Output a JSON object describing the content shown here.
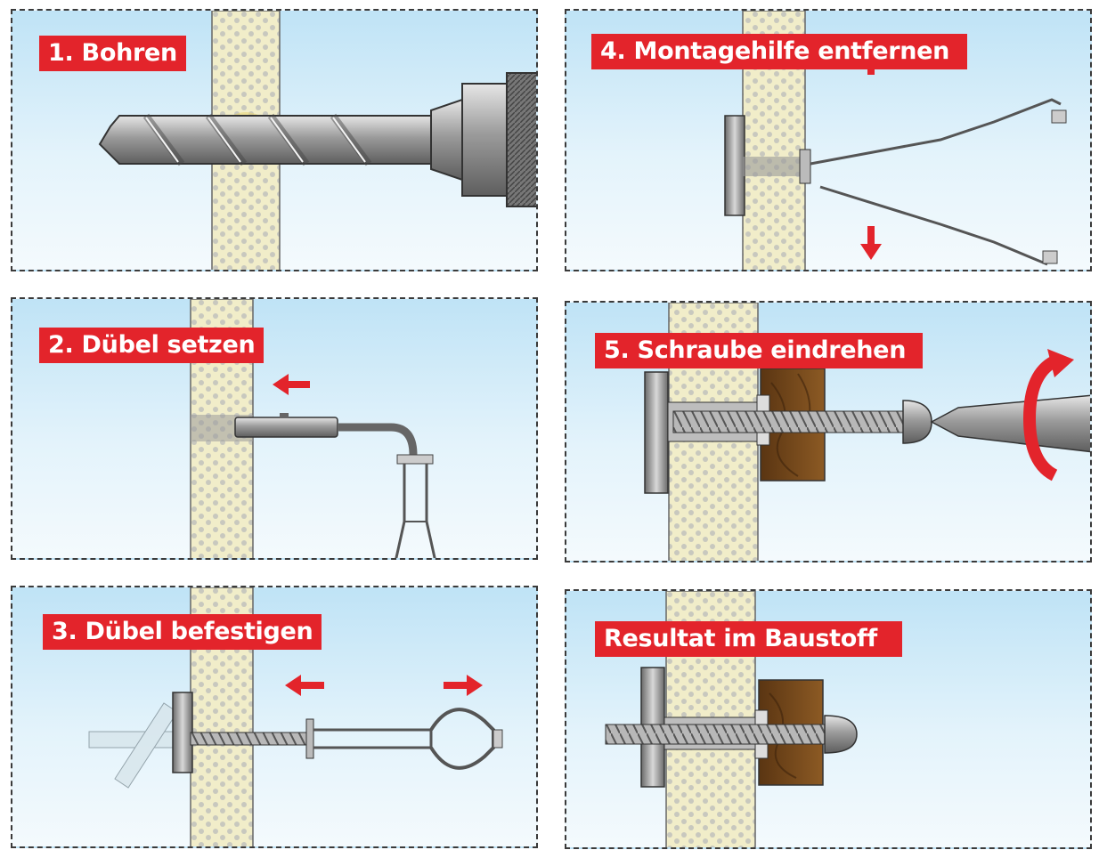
{
  "steps": [
    {
      "label": "1. Bohren"
    },
    {
      "label": "2. Dübel setzen"
    },
    {
      "label": "3. Dübel befestigen"
    },
    {
      "label": "4. Montagehilfe entfernen"
    },
    {
      "label": "5. Schraube eindrehen"
    },
    {
      "label": "Resultat im Baustoff"
    }
  ],
  "colors": {
    "arrow": "#e3242b",
    "label_bg": "#e3242b",
    "wall": "#f1edc9",
    "wood": "#7a4a1c",
    "metal": "#a8a8a8"
  }
}
